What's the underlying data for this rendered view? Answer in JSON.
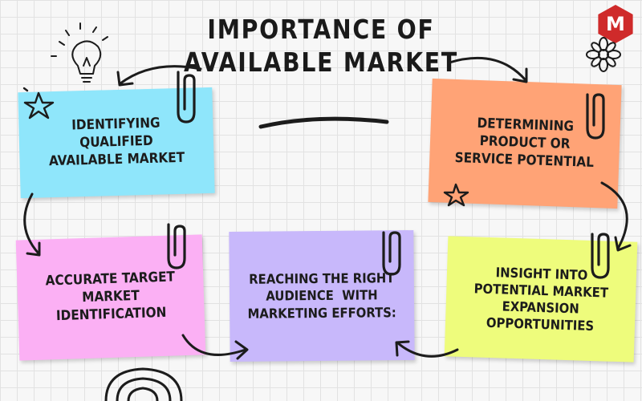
{
  "title": {
    "line1": "IMPORTANCE OF",
    "line2": "AVAILABLE MARKET"
  },
  "notes": [
    {
      "lines": [
        "Identifying Qualified",
        "Available Market"
      ],
      "color": "#8fe6fb"
    },
    {
      "lines": [
        "Determining",
        "Product or",
        "Service Potential"
      ],
      "color": "#ffa376"
    },
    {
      "lines": [
        "Accurate Target",
        "Market",
        "Identification"
      ],
      "color": "#fbb0f4"
    },
    {
      "lines": [
        "Reaching the Right",
        "Audience  with",
        "Marketing Efforts:"
      ],
      "color": "#c8b8fb"
    },
    {
      "lines": [
        "Insight into",
        "Potential Market",
        "Expansion",
        "Opportunities"
      ],
      "color": "#eefc7c"
    }
  ],
  "logo": {
    "letter": "M",
    "color": "#cf2a2a"
  },
  "icons": [
    "lightbulb-icon",
    "star-icon",
    "flower-icon",
    "paperclip-icon",
    "arrow-icon",
    "spiral-doodle"
  ]
}
